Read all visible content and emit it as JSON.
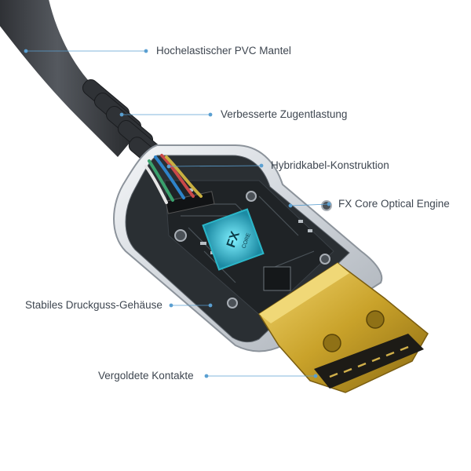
{
  "callouts": {
    "pvc_jacket": "Hochelastischer PVC Mantel",
    "strain_relief": "Verbesserte Zugentlastung",
    "hybrid_cable": "Hybridkabel-Konstruktion",
    "optical_engine": "FX Core Optical Engine",
    "housing": "Stabiles Druckguss-Gehäuse",
    "contacts": "Vergoldete Kontakte"
  },
  "chip_marking": {
    "brand": "FX",
    "sub": "CORE"
  },
  "colors": {
    "callout_line": "#5a9fd1",
    "callout_text": "#3e4650",
    "cable_jacket": "#3a3d42",
    "housing_silver": "#d7dbe0",
    "pcb": "#1f2326",
    "chip_glow": "#3fd0e0",
    "gold": "#d9b53a"
  }
}
